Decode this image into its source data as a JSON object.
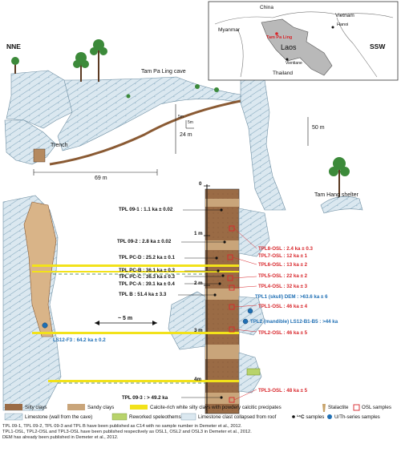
{
  "orientation": {
    "left": "NNE",
    "right": "SSW"
  },
  "cave_label": "Tam Pa Ling cave",
  "shelter_label": "Tam Hang shelter",
  "trench_label": "Trench",
  "scale": {
    "v5": "5m",
    "h5": "5m"
  },
  "dims": {
    "height": "24 m",
    "width": "69 m",
    "drop": "50 m",
    "gap": "~ 5 m"
  },
  "map": {
    "countries": {
      "china": "China",
      "myanmar": "Myanmar",
      "vietnam": "Vietnam",
      "laos": "Laos",
      "thailand": "Thailand"
    },
    "cities": {
      "site": "Tam Pa Ling",
      "hanoi": "Hanoi",
      "vientiane": "Vientiane"
    }
  },
  "depth_labels": {
    "d0": "0",
    "d1": "1 m",
    "d2": "2 m",
    "d3": "3 m",
    "d4": "4m"
  },
  "c14_labels": [
    "TPL 09-1 : 1.1 ka ± 0.02",
    "TPL 09-2 : 2.8 ka ± 0.02",
    "TPL PC-D : 25.2 ka ± 0.1",
    "TPL PC-B : 36.1 ka ± 0.3",
    "TPL PC-C : 36.3 ka ± 0.3",
    "TPL PC-A : 39.1 ka ± 0.4",
    "TPL B : 51.4 ka ± 3.3",
    "TPL 09-3 : > 49.2 ka"
  ],
  "osl_labels": [
    "TPL8-OSL : 2.4 ka ± 0.3",
    "TPL7-OSL : 12 ka ± 1",
    "TPL6-OSL : 13 ka ± 2",
    "TPL5-OSL : 22 ka ± 2",
    "TPL4-OSL : 32 ka ± 3",
    "TPL1-OSL : 46 ka ± 4",
    "TPL2-OSL : 46 ka ± 5",
    "TPL3-OSL : 48 ka ± 5"
  ],
  "useries_labels": [
    "TPL1 (skull) DEM : >63.6 ka ± 6",
    "TPL2 (mandible) LS12-B1-B5 : >44 ka",
    "LS12-F3 : 64.2 ka ± 0.2"
  ],
  "legend": {
    "silty": "Silty clays",
    "sandy": "Sandy clays",
    "calcite": "Calcite-rich white silty clays with powdery calcitic precipates",
    "stalactite": "Stalactite",
    "osl": "OSL samples",
    "limestone": "Limestone (wall from the cave)",
    "speleo": "Reworked speleothems",
    "clast": "Limestone clast collapsed  from roof",
    "c14": "samples",
    "c14_prefix": "¹⁴C",
    "useries": "U/Th-series samples"
  },
  "colors": {
    "silty": "#9a6b45",
    "sandy": "#c9a57a",
    "calcite": "#f2e21a",
    "red": "#d8262b",
    "blue": "#1f6fb4",
    "limestone": "#cfe0ea"
  },
  "notes": [
    "TPL 09-1, TPL 09-2, TPL 09-3 and TPL B have been published as C14 with no sample number in Demeter et al., 2012.",
    "TPL1-OSL, TPL2-OSL and TPL3-OSL have been published respectively as OSL1, OSL2 and OSL3 in Demeter et al., 2012.",
    "DEM has already been published in Demeter et al., 2012."
  ]
}
